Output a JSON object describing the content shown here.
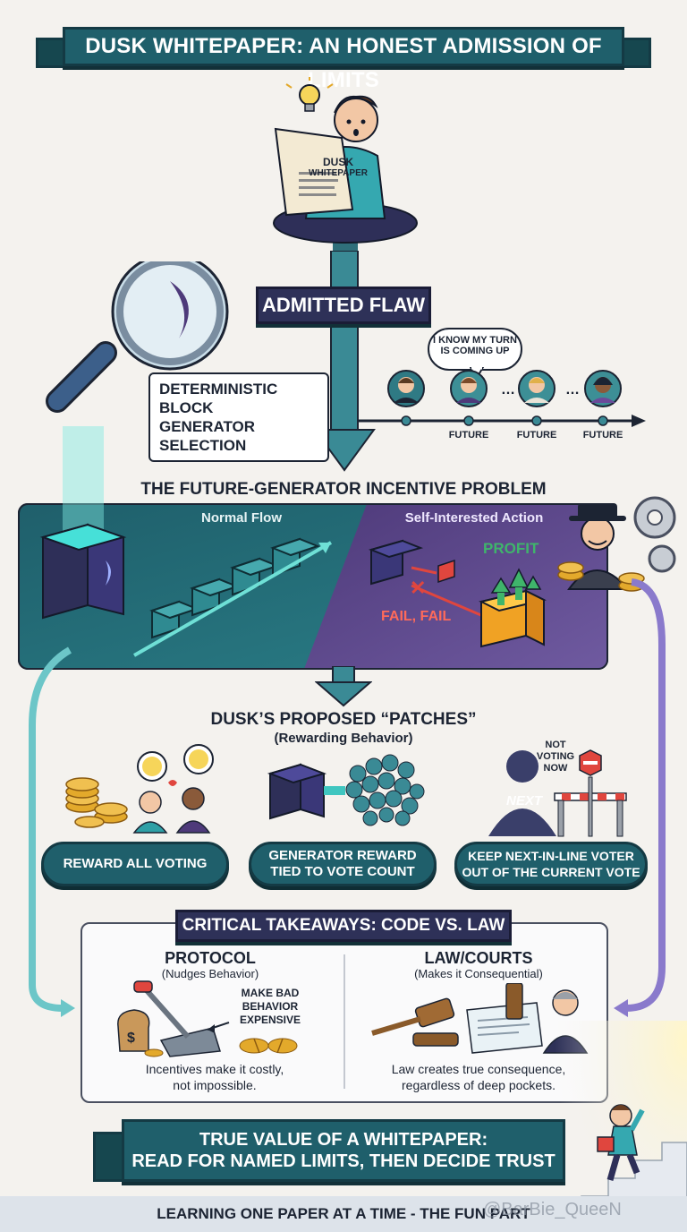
{
  "title": "DUSK WHITEPAPER: AN HONEST ADMISSION OF LIMITS",
  "reader": {
    "paper_line1": "DUSK",
    "paper_line2": "WHITEPAPER"
  },
  "flaw": {
    "banner": "ADMITTED FLAW",
    "label_line1": "DETERMINISTIC BLOCK",
    "label_line2": "GENERATOR SELECTION"
  },
  "timeline": {
    "speech_line1": "I KNOW MY TURN",
    "speech_line2": "IS COMING UP",
    "future_labels": [
      "FUTURE",
      "FUTURE",
      "FUTURE"
    ]
  },
  "incentive": {
    "heading": "THE FUTURE-GENERATOR INCENTIVE PROBLEM",
    "normal_label": "Normal Flow",
    "self_label": "Self-Interested Action",
    "profit": "PROFIT",
    "fail": "FAIL, FAIL"
  },
  "patches": {
    "heading": "DUSK’S PROPOSED “PATCHES”",
    "subheading": "(Rewarding Behavior)",
    "items": [
      {
        "line1": "REWARD ALL VOTING",
        "line2": ""
      },
      {
        "line1": "GENERATOR REWARD",
        "line2": "TIED TO VOTE COUNT"
      },
      {
        "line1": "KEEP NEXT-IN-LINE VOTER",
        "line2": "OUT OF THE CURRENT VOTE"
      }
    ],
    "not_voting_line1": "NOT",
    "not_voting_line2": "VOTING",
    "not_voting_line3": "NOW",
    "next_label": "NEXT"
  },
  "takeaways": {
    "banner": "CRITICAL TAKEAWAYS: CODE VS. LAW",
    "protocol": {
      "title": "PROTOCOL",
      "subtitle": "(Nudges Behavior)",
      "note_line1": "MAKE BAD",
      "note_line2": "BEHAVIOR",
      "note_line3": "EXPENSIVE",
      "caption_line1": "Incentives make it costly,",
      "caption_line2": "not impossible."
    },
    "law": {
      "title": "LAW/COURTS",
      "subtitle": "(Makes it Consequential)",
      "caption_line1": "Law creates true consequence,",
      "caption_line2": "regardless of deep pockets."
    }
  },
  "closing": {
    "line1": "TRUE VALUE OF A WHITEPAPER:",
    "line2": "READ FOR NAMED LIMITS, THEN DECIDE TRUST"
  },
  "footer": "LEARNING ONE PAPER AT A TIME - THE FUN PART",
  "watermark": "@BarBie_QueeN",
  "colors": {
    "teal": "#1f5f6b",
    "dark_teal": "#143a44",
    "purple": "#4e3a7a",
    "green": "#3fb56b",
    "red": "#e0463e",
    "gold": "#e3a92b"
  }
}
